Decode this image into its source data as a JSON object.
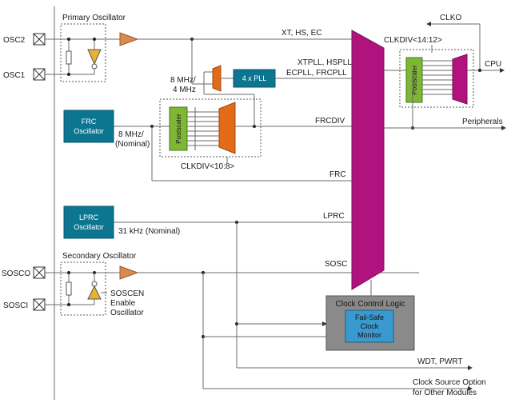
{
  "colors": {
    "mux_magenta": "#b0137e",
    "teal_block": "#0c7590",
    "green_block": "#7db734",
    "orange_mux": "#e36a16",
    "amp_orange": "#d98b4d",
    "control_grey": "#8a8a8a",
    "failsafe_blue": "#3a9ad0",
    "wire": "#6b6b6b"
  },
  "pins": {
    "osc2": "OSC2",
    "osc1": "OSC1",
    "sosco": "SOSCO",
    "sosci": "SOSCI"
  },
  "labels": {
    "primary_oscillator": "Primary Oscillator",
    "secondary_oscillator": "Secondary Oscillator",
    "xt_hs_ec": "XT, HS, EC",
    "xtpll_line1": "XTPLL, HSPLL,",
    "xtpll_line2": "ECPLL, FRCPLL",
    "mhz_8_4_line1": "8 MHz/",
    "mhz_8_4_line2": "4 MHz",
    "mhz_8_nominal_line1": "8 MHz/",
    "mhz_8_nominal_line2": "(Nominal)",
    "frcdiv": "FRCDIV",
    "clkdiv_10_8": "CLKDIV<10:8>",
    "frc": "FRC",
    "lprc": "LPRC",
    "khz_31": "31 kHz (Nominal)",
    "sosc": "SOSC",
    "soscen_line1": "SOSCEN",
    "soscen_line2": "Enable",
    "soscen_line3": "Oscillator",
    "clko": "CLKO",
    "clkdiv_14_12": "CLKDIV<14:12>",
    "cpu": "CPU",
    "peripherals": "Peripherals",
    "wdt_pwrt": "WDT, PWRT",
    "clock_source_line1": "Clock Source Option",
    "clock_source_line2": "for Other Modules"
  },
  "blocks": {
    "frc_osc_line1": "FRC",
    "frc_osc_line2": "Oscillator",
    "lprc_osc_line1": "LPRC",
    "lprc_osc_line2": "Oscillator",
    "pll": "4 x PLL",
    "postscaler_left": "Postscaler",
    "postscaler_right": "Postscaler",
    "clock_control_logic": "Clock Control Logic",
    "failsafe_line1": "Fail-Safe",
    "failsafe_line2": "Clock",
    "failsafe_line3": "Monitor"
  }
}
